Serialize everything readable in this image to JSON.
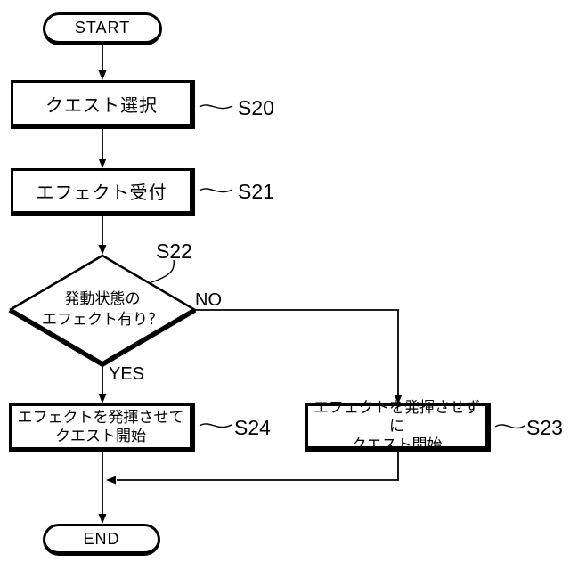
{
  "flowchart": {
    "start": {
      "label": "START"
    },
    "end": {
      "label": "END"
    },
    "s20": {
      "text": "クエスト選択",
      "tag": "S20"
    },
    "s21": {
      "text": "エフェクト受付",
      "tag": "S21"
    },
    "s22": {
      "line1": "発動状態の",
      "line2": "エフェクト有り？",
      "tag": "S22"
    },
    "s23": {
      "line1": "エフェクトを発揮させずに",
      "line2": "クエスト開始",
      "tag": "S23"
    },
    "s24": {
      "line1": "エフェクトを発揮させて",
      "line2": "クエスト開始",
      "tag": "S24"
    },
    "branches": {
      "yes": "YES",
      "no": "NO"
    }
  },
  "colors": {
    "stroke": "#000000",
    "background": "#ffffff"
  }
}
